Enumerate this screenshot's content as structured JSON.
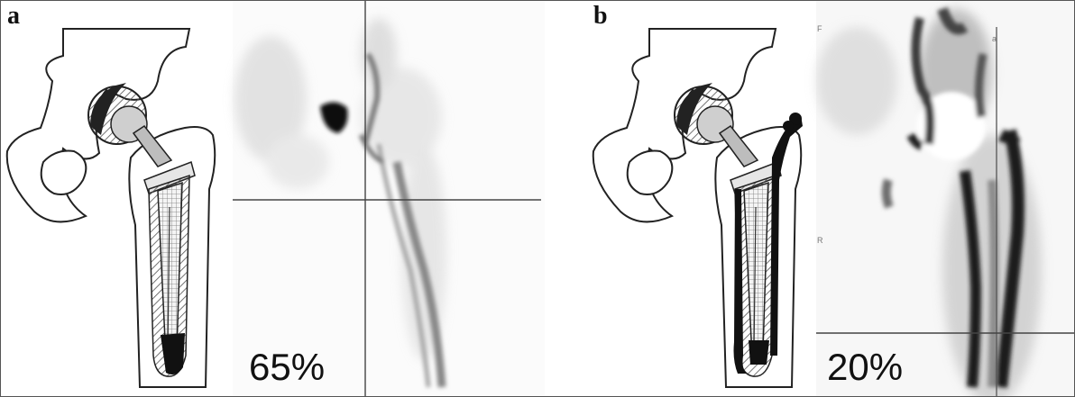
{
  "panel_a": {
    "letter": "a",
    "uptake_percent": "65%"
  },
  "panel_b": {
    "letter": "b",
    "uptake_percent": "20%",
    "marker_r": "R",
    "marker_f": "F",
    "marker_a": "a"
  },
  "colors": {
    "ink": "#111111",
    "line": "#333333",
    "scan_dark": "#1a1a1a",
    "scan_mid": "#8a8a8a",
    "scan_light": "#d4d4d4"
  }
}
